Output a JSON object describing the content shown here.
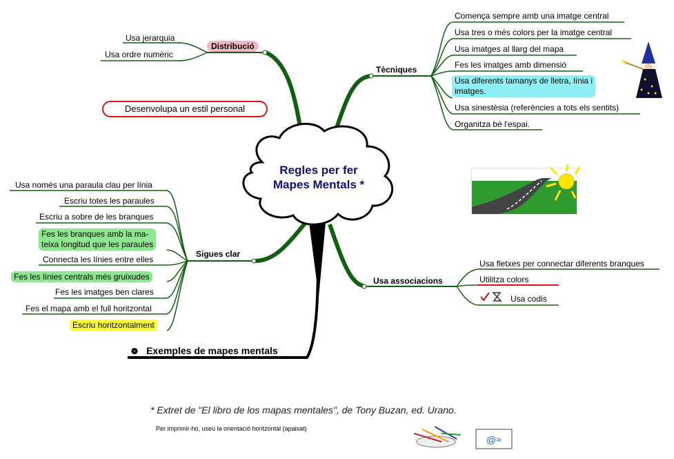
{
  "center": {
    "line1": "Regles per fer",
    "line2": "Mapes Mentals *"
  },
  "distribucio": {
    "title": "Distribució",
    "items": [
      "Usa jerarquia",
      "Usa ordre numèric"
    ]
  },
  "personal": "Desenvolupa un estil personal",
  "tecniques": {
    "title": "Tècniques",
    "items": [
      "Comença sempre amb una imatge central",
      "Usa tres o més colors per la imatge central",
      "Usa imatges al llarg del mapa",
      "Fes les imatges amb dimensió",
      "Usa diferents tamanys de lletra, línia i",
      "imatges.",
      "Usa sinestèsia (referències a tots els sentits)",
      "Organitza bé l'espai."
    ]
  },
  "sigues": {
    "title": "Sigues clar",
    "items": [
      "Usa només una paraula clau per línia",
      "Escriu totes les paraules",
      "Escriu a sobre de les branques",
      "Fes les branques amb la ma-",
      "teixa longitud que les paraules",
      "Connecta les línies entre elles",
      "Fes les línies centrals més gruixudes",
      "Fes les imatges ben clares",
      "Fes el mapa amb el full horitzontal",
      "Escriu horitzontalment"
    ]
  },
  "associacions": {
    "title": "Usa associacions",
    "items": [
      "Usa fletxes per connectar diferents branques",
      "Utilitza colors",
      "Usa codis"
    ]
  },
  "examples": "Exemples de mapes mentals",
  "footer": {
    "quote": "* Extret de \"El libro de los mapas mentales\", de Tony Buzan, ed. Urano.",
    "note": "Per imprimir-ho, useu la orientació horitzontal (apaisat)"
  },
  "colors": {
    "branch": "#106010",
    "title": "#10107a",
    "red": "#e01010"
  },
  "icons": [
    "wizard-icon",
    "road-sun-icon",
    "check-icon",
    "hourglass-icon",
    "paint-tools-icon",
    "email-icon",
    "gear-icon"
  ]
}
